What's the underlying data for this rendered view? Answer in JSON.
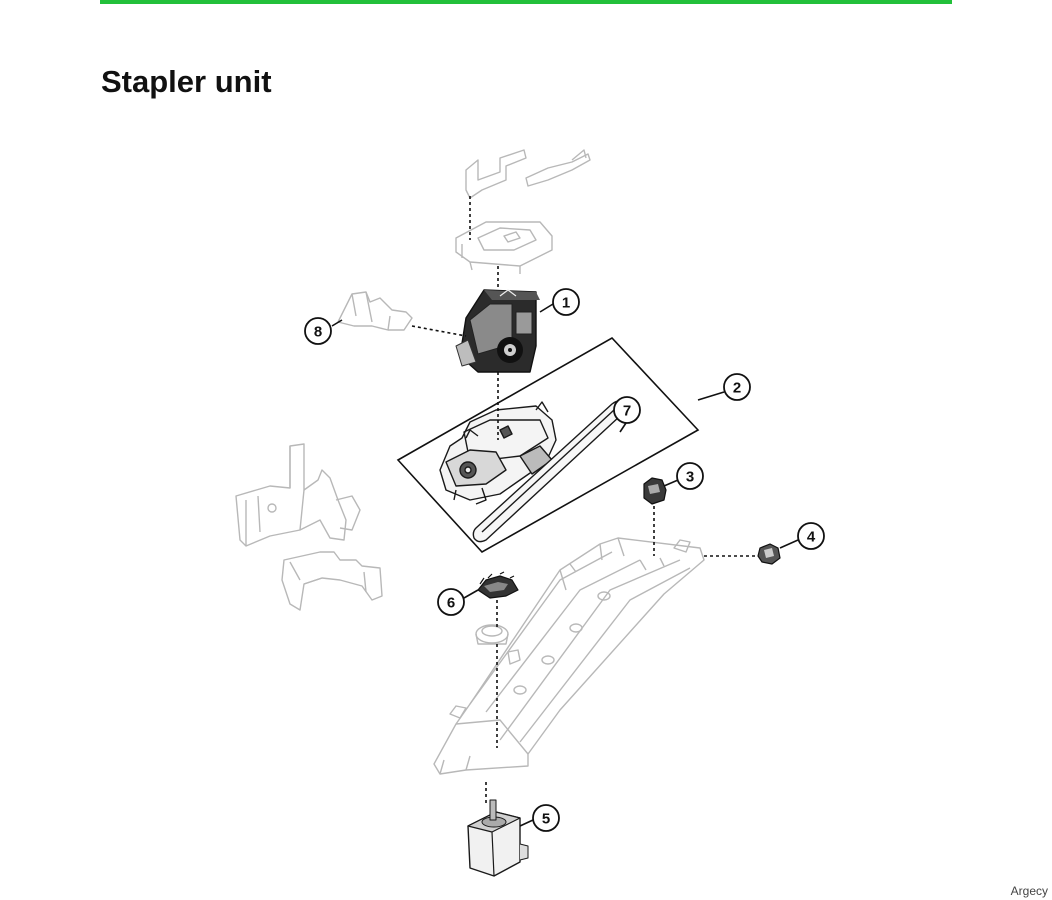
{
  "page": {
    "title": "Stapler unit",
    "watermark": "Argecy",
    "accent_color": "#22c03a"
  },
  "callouts": [
    {
      "id": "1",
      "label": "1"
    },
    {
      "id": "2",
      "label": "2"
    },
    {
      "id": "3",
      "label": "3"
    },
    {
      "id": "4",
      "label": "4"
    },
    {
      "id": "5",
      "label": "5"
    },
    {
      "id": "6",
      "label": "6"
    },
    {
      "id": "7",
      "label": "7"
    },
    {
      "id": "8",
      "label": "8"
    }
  ]
}
